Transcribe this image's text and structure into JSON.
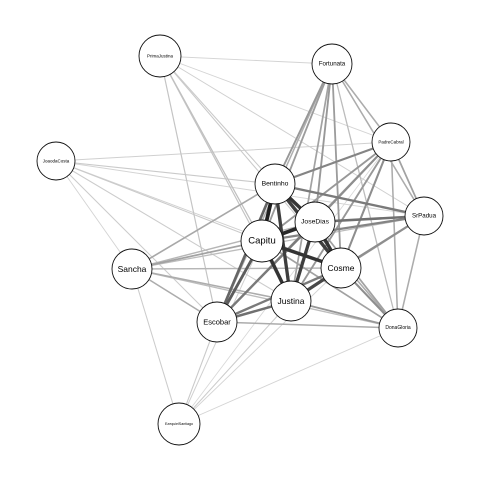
{
  "graph": {
    "nodes": [
      {
        "id": "primajusti",
        "label": "PrimaJustina"
      },
      {
        "id": "fortunata",
        "label": "Fortunata"
      },
      {
        "id": "padre",
        "label": "PadreCabral"
      },
      {
        "id": "joaocosta",
        "label": "JoaodaCosta"
      },
      {
        "id": "bentinho",
        "label": "Bentinho"
      },
      {
        "id": "josedias",
        "label": "JoseDias"
      },
      {
        "id": "sirpadua",
        "label": "SrPadua"
      },
      {
        "id": "capitu",
        "label": "Capitu"
      },
      {
        "id": "cosme",
        "label": "Cosme"
      },
      {
        "id": "sancha",
        "label": "Sancha"
      },
      {
        "id": "justina",
        "label": "Justina"
      },
      {
        "id": "escobar",
        "label": "Escobar"
      },
      {
        "id": "donaglo",
        "label": "DonaGloria"
      },
      {
        "id": "ezequiel",
        "label": "EzequielSantiago"
      }
    ],
    "edges": [
      {
        "a": "capitu",
        "b": "bentinho",
        "w": 1.0
      },
      {
        "a": "capitu",
        "b": "josedias",
        "w": 0.95
      },
      {
        "a": "capitu",
        "b": "cosme",
        "w": 0.9
      },
      {
        "a": "capitu",
        "b": "justina",
        "w": 0.9
      },
      {
        "a": "bentinho",
        "b": "josedias",
        "w": 0.9
      },
      {
        "a": "bentinho",
        "b": "cosme",
        "w": 0.85
      },
      {
        "a": "bentinho",
        "b": "justina",
        "w": 0.85
      },
      {
        "a": "josedias",
        "b": "cosme",
        "w": 0.9
      },
      {
        "a": "josedias",
        "b": "justina",
        "w": 0.85
      },
      {
        "a": "cosme",
        "b": "justina",
        "w": 0.8
      },
      {
        "a": "capitu",
        "b": "escobar",
        "w": 0.7
      },
      {
        "a": "bentinho",
        "b": "escobar",
        "w": 0.65
      },
      {
        "a": "justina",
        "b": "escobar",
        "w": 0.6
      },
      {
        "a": "cosme",
        "b": "escobar",
        "w": 0.55
      },
      {
        "a": "josedias",
        "b": "escobar",
        "w": 0.55
      },
      {
        "a": "bentinho",
        "b": "sirpadua",
        "w": 0.55
      },
      {
        "a": "josedias",
        "b": "sirpadua",
        "w": 0.6
      },
      {
        "a": "capitu",
        "b": "sirpadua",
        "w": 0.5
      },
      {
        "a": "cosme",
        "b": "sirpadua",
        "w": 0.45
      },
      {
        "a": "justina",
        "b": "sirpadua",
        "w": 0.4
      },
      {
        "a": "padre",
        "b": "bentinho",
        "w": 0.5
      },
      {
        "a": "padre",
        "b": "josedias",
        "w": 0.45
      },
      {
        "a": "padre",
        "b": "capitu",
        "w": 0.4
      },
      {
        "a": "padre",
        "b": "cosme",
        "w": 0.45
      },
      {
        "a": "padre",
        "b": "justina",
        "w": 0.4
      },
      {
        "a": "padre",
        "b": "sirpadua",
        "w": 0.35
      },
      {
        "a": "padre",
        "b": "escobar",
        "w": 0.35
      },
      {
        "a": "padre",
        "b": "donaglo",
        "w": 0.3
      },
      {
        "a": "fortunata",
        "b": "bentinho",
        "w": 0.4
      },
      {
        "a": "fortunata",
        "b": "josedias",
        "w": 0.4
      },
      {
        "a": "fortunata",
        "b": "capitu",
        "w": 0.38
      },
      {
        "a": "fortunata",
        "b": "cosme",
        "w": 0.38
      },
      {
        "a": "fortunata",
        "b": "justina",
        "w": 0.35
      },
      {
        "a": "fortunata",
        "b": "padre",
        "w": 0.3
      },
      {
        "a": "fortunata",
        "b": "sirpadua",
        "w": 0.3
      },
      {
        "a": "fortunata",
        "b": "escobar",
        "w": 0.28
      },
      {
        "a": "fortunata",
        "b": "donaglo",
        "w": 0.22
      },
      {
        "a": "donaglo",
        "b": "cosme",
        "w": 0.45
      },
      {
        "a": "donaglo",
        "b": "justina",
        "w": 0.4
      },
      {
        "a": "donaglo",
        "b": "josedias",
        "w": 0.35
      },
      {
        "a": "donaglo",
        "b": "capitu",
        "w": 0.35
      },
      {
        "a": "donaglo",
        "b": "bentinho",
        "w": 0.3
      },
      {
        "a": "donaglo",
        "b": "sirpadua",
        "w": 0.3
      },
      {
        "a": "donaglo",
        "b": "escobar",
        "w": 0.3
      },
      {
        "a": "donaglo",
        "b": "sancha",
        "w": 0.22
      },
      {
        "a": "sancha",
        "b": "bentinho",
        "w": 0.32
      },
      {
        "a": "sancha",
        "b": "capitu",
        "w": 0.35
      },
      {
        "a": "sancha",
        "b": "escobar",
        "w": 0.3
      },
      {
        "a": "sancha",
        "b": "justina",
        "w": 0.3
      },
      {
        "a": "sancha",
        "b": "cosme",
        "w": 0.25
      },
      {
        "a": "sancha",
        "b": "josedias",
        "w": 0.25
      },
      {
        "a": "sancha",
        "b": "sirpadua",
        "w": 0.22
      },
      {
        "a": "primajusti",
        "b": "capitu",
        "w": 0.2
      },
      {
        "a": "primajusti",
        "b": "justina",
        "w": 0.18
      },
      {
        "a": "primajusti",
        "b": "escobar",
        "w": 0.18
      },
      {
        "a": "primajusti",
        "b": "cosme",
        "w": 0.15
      },
      {
        "a": "primajusti",
        "b": "bentinho",
        "w": 0.15
      },
      {
        "a": "primajusti",
        "b": "sirpadua",
        "w": 0.12
      },
      {
        "a": "primajusti",
        "b": "padre",
        "w": 0.1
      },
      {
        "a": "primajusti",
        "b": "fortunata",
        "w": 0.1
      },
      {
        "a": "joaocosta",
        "b": "bentinho",
        "w": 0.15
      },
      {
        "a": "joaocosta",
        "b": "capitu",
        "w": 0.15
      },
      {
        "a": "joaocosta",
        "b": "justina",
        "w": 0.14
      },
      {
        "a": "joaocosta",
        "b": "escobar",
        "w": 0.14
      },
      {
        "a": "joaocosta",
        "b": "cosme",
        "w": 0.12
      },
      {
        "a": "joaocosta",
        "b": "padre",
        "w": 0.12
      },
      {
        "a": "joaocosta",
        "b": "sirpadua",
        "w": 0.1
      },
      {
        "a": "joaocosta",
        "b": "sancha",
        "w": 0.1
      },
      {
        "a": "ezequiel",
        "b": "escobar",
        "w": 0.15
      },
      {
        "a": "ezequiel",
        "b": "justina",
        "w": 0.14
      },
      {
        "a": "ezequiel",
        "b": "sancha",
        "w": 0.14
      },
      {
        "a": "ezequiel",
        "b": "capitu",
        "w": 0.12
      },
      {
        "a": "ezequiel",
        "b": "cosme",
        "w": 0.1
      },
      {
        "a": "ezequiel",
        "b": "donaglo",
        "w": 0.1
      },
      {
        "a": "ezequiel",
        "b": "padre",
        "w": 0.08
      }
    ]
  }
}
